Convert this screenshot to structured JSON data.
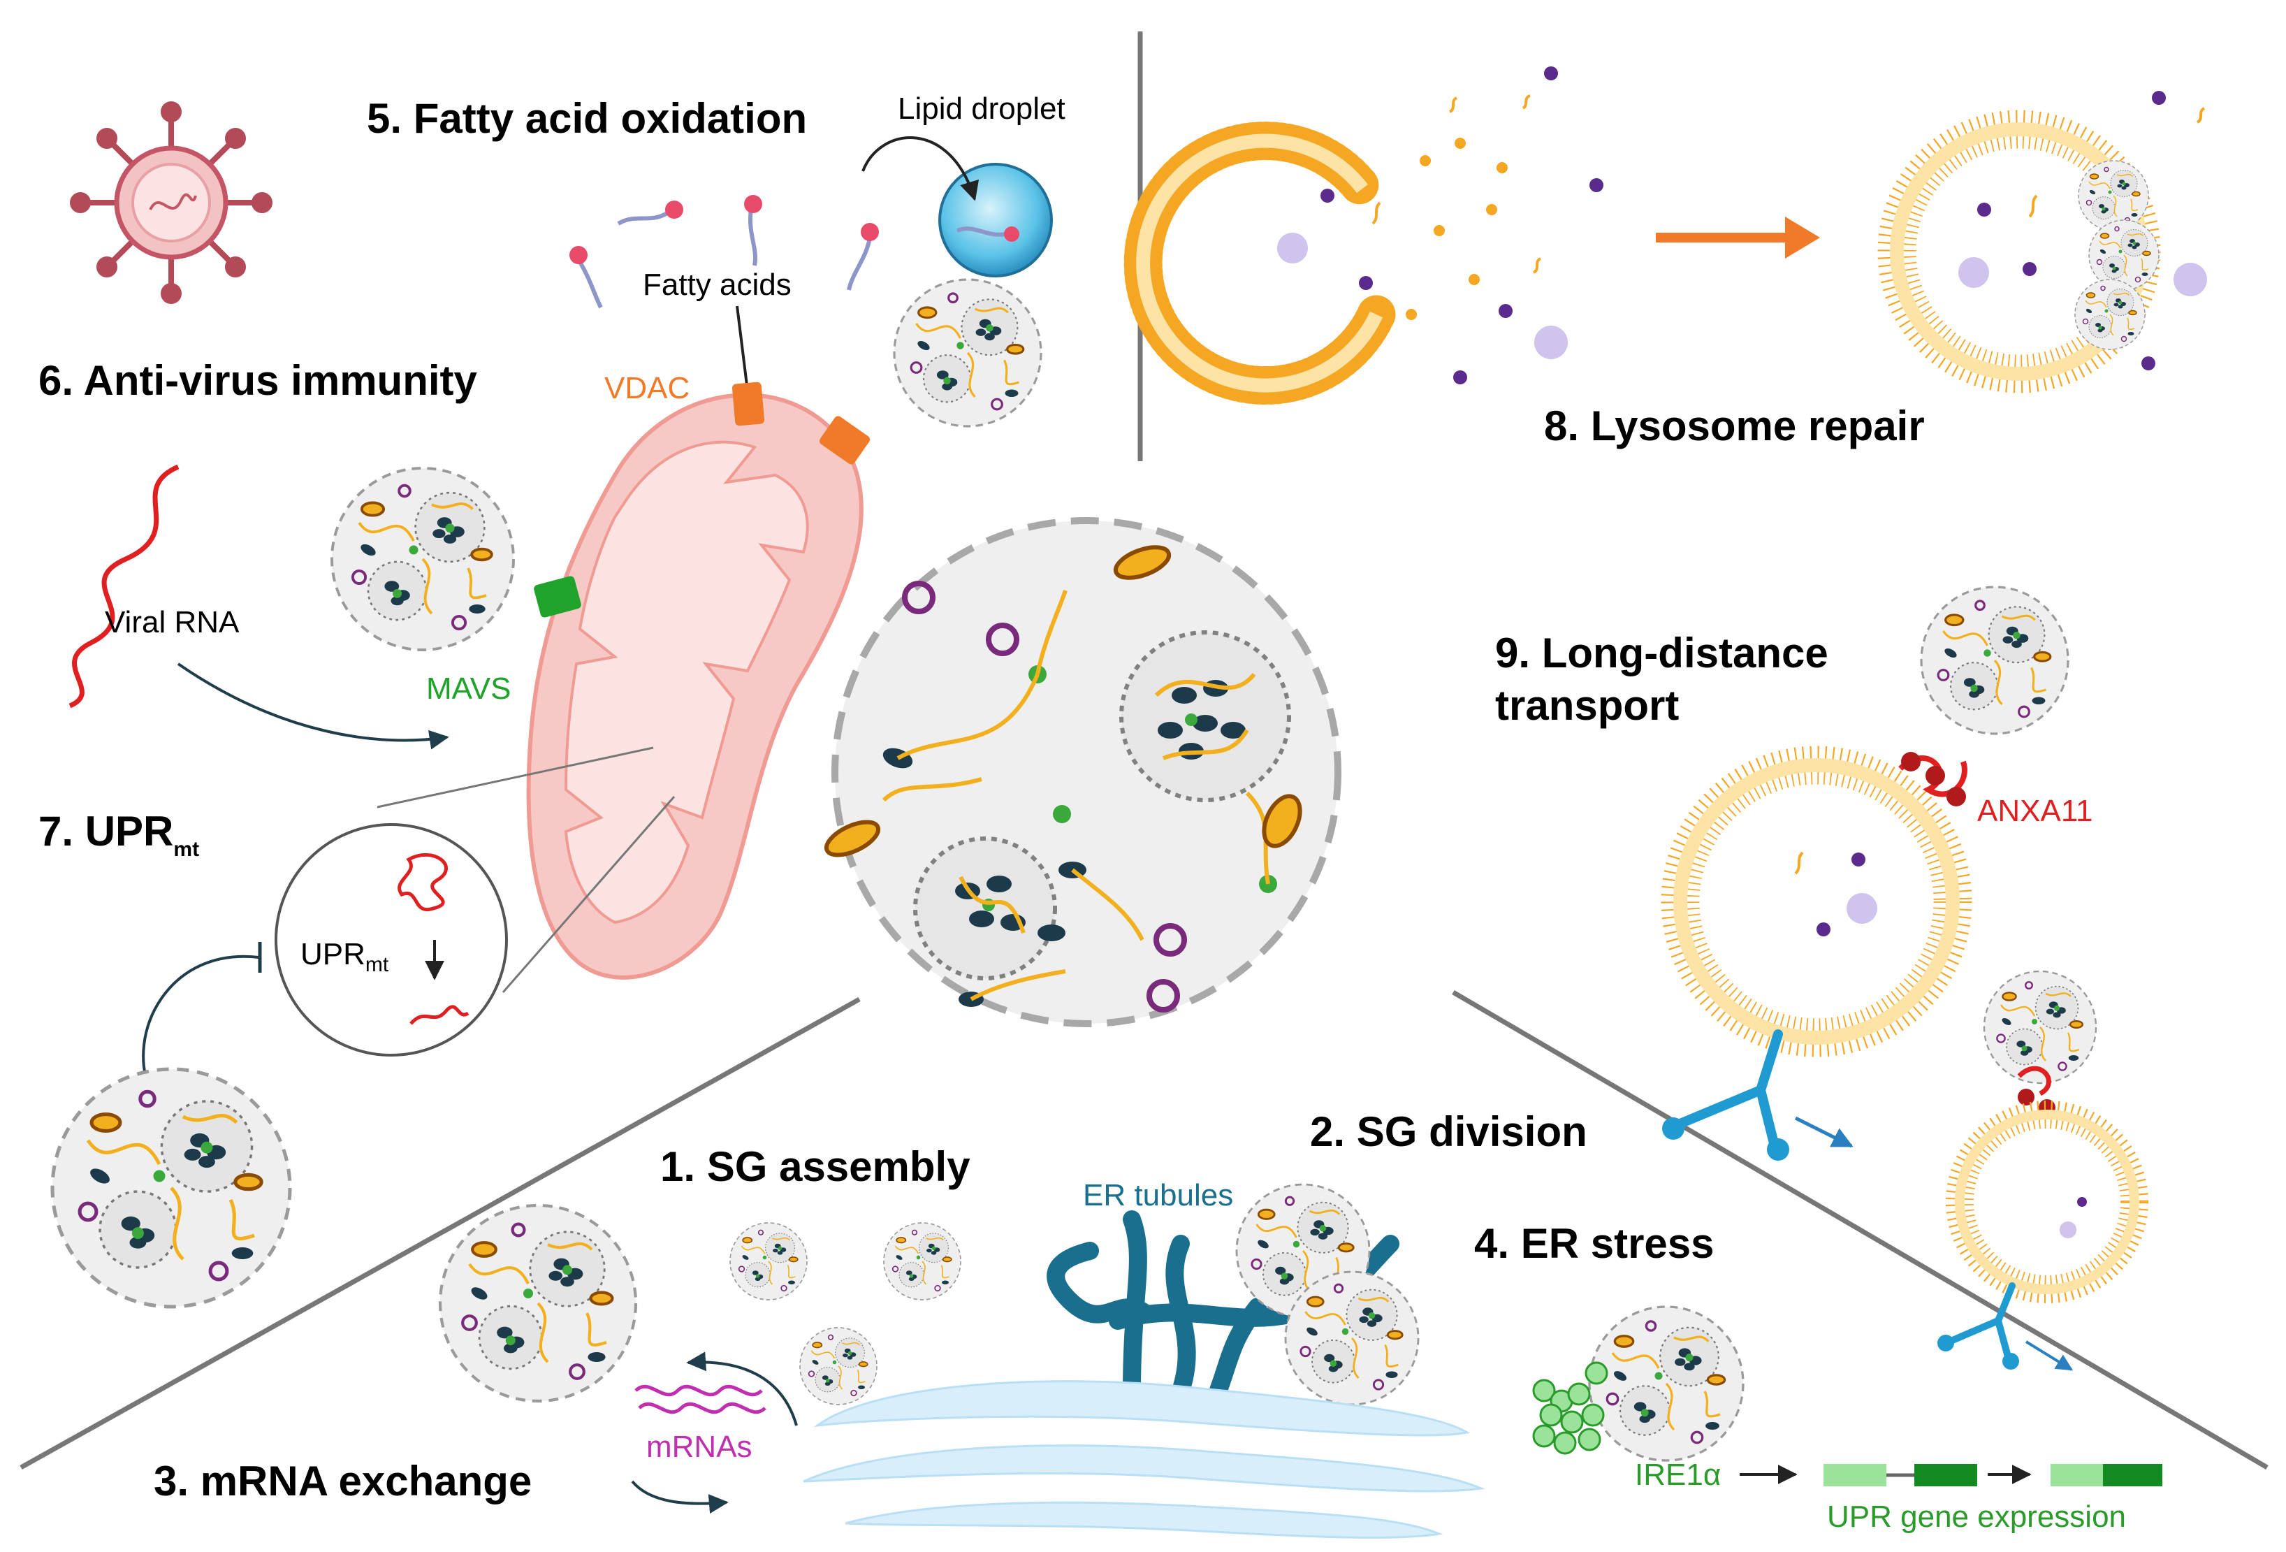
{
  "sections": {
    "fatty_acid_oxidation": "5. Fatty acid oxidation",
    "anti_virus_immunity": "6. Anti-virus immunity",
    "upr_mt_prefix": "7. UPR",
    "upr_mt_subscript": "mt",
    "lysosome_repair": "8. Lysosome repair",
    "long_distance_line1": "9. Long-distance",
    "long_distance_line2": "transport",
    "sg_assembly": "1. SG assembly",
    "sg_division": "2. SG division",
    "mrna_exchange": "3. mRNA exchange",
    "er_stress": "4. ER stress"
  },
  "labels": {
    "lipid_droplet": "Lipid droplet",
    "fatty_acids": "Fatty acids",
    "vdac": "VDAC",
    "viral_rna": "Viral RNA",
    "mavs": "MAVS",
    "upr_inset_prefix": "UPR",
    "upr_inset_subscript": "mt",
    "anxa11": "ANXA11",
    "er_tubules": "ER tubules",
    "mrnas": "mRNAs",
    "ire1a": "IRE1α",
    "upr_gene_expression": "UPR gene expression"
  },
  "colors": {
    "vdac": "#f07a2a",
    "mavs": "#1fa32a",
    "anxa11": "#e02020",
    "er_blue": "#1a6f8e",
    "mrna_magenta": "#c02fb0",
    "ire_green": "#2a9a2a",
    "lysosome_orange": "#f5a623",
    "mito_pink": "#f7c9c6"
  }
}
